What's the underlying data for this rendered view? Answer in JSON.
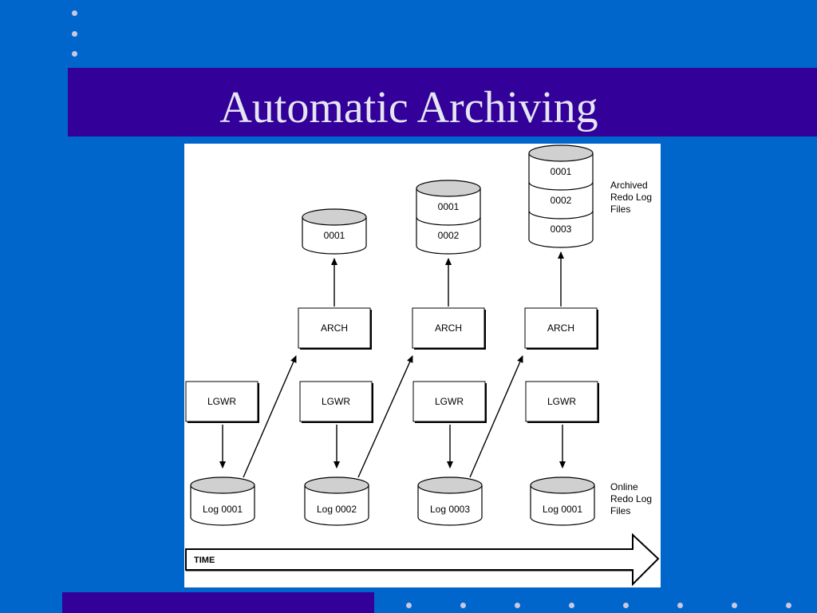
{
  "slide": {
    "title": "Automatic Archiving",
    "colors": {
      "background": "#0066cc",
      "band": "#330099",
      "title_text": "#e6e6f2"
    }
  },
  "diagram": {
    "archived_label": [
      "Archived",
      "Redo Log",
      "Files"
    ],
    "online_label": [
      "Online",
      "Redo Log",
      "Files"
    ],
    "time_label": "TIME",
    "lgwr_label": "LGWR",
    "arch_label": "ARCH",
    "online_logs": [
      "Log 0001",
      "Log 0002",
      "Log 0003",
      "Log 0001"
    ],
    "archive_stacks": [
      [
        "0001"
      ],
      [
        "0001",
        "0002"
      ],
      [
        "0001",
        "0002",
        "0003"
      ]
    ]
  }
}
